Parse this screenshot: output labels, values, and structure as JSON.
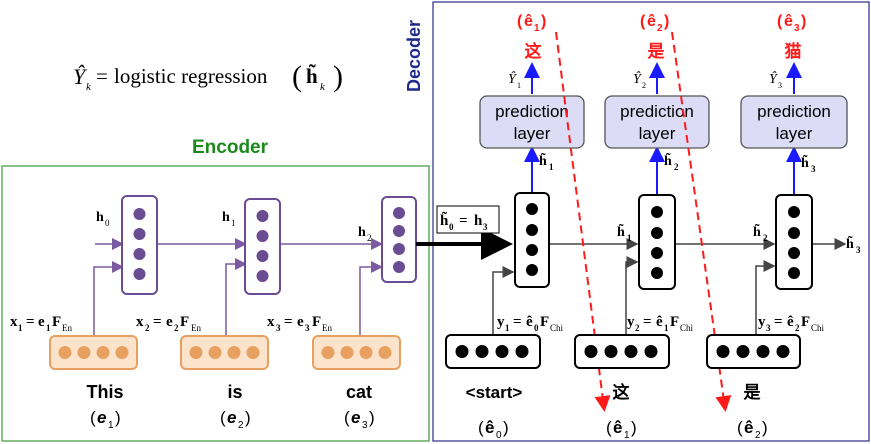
{
  "formula": {
    "lhs": "Ŷ",
    "lhs_sub": "k",
    "eq": "=",
    "text": "logistic regression",
    "arg": "h̃",
    "arg_sub": "k"
  },
  "encoder": {
    "title": "Encoder",
    "hidden": [
      {
        "label": "h",
        "sub": "0"
      },
      {
        "label": "h",
        "sub": "1"
      },
      {
        "label": "h",
        "sub": "2"
      }
    ],
    "inputs": [
      {
        "x": "x",
        "xs": "1",
        "e": "e",
        "es": "1",
        "F": "F",
        "Fs": "En"
      },
      {
        "x": "x",
        "xs": "2",
        "e": "e",
        "es": "2",
        "F": "F",
        "Fs": "En"
      },
      {
        "x": "x",
        "xs": "3",
        "e": "e",
        "es": "3",
        "F": "F",
        "Fs": "En"
      }
    ],
    "words": [
      {
        "word": "This",
        "e": "e",
        "sub": "1"
      },
      {
        "word": "is",
        "e": "e",
        "sub": "2"
      },
      {
        "word": "cat",
        "e": "e",
        "sub": "3"
      }
    ]
  },
  "decoder": {
    "title": "Decoder",
    "init": {
      "h": "h̃",
      "hs": "0",
      "eq": "=",
      "r": "h",
      "rs": "3"
    },
    "outputs": [
      {
        "e": "ê",
        "sub": "1",
        "char": "这",
        "yhat": "Ŷ",
        "ysub": "1",
        "layer1": "prediction",
        "layer2": "layer",
        "h": "h̃",
        "hs": "1"
      },
      {
        "e": "ê",
        "sub": "2",
        "char": "是",
        "yhat": "Ŷ",
        "ysub": "2",
        "layer1": "prediction",
        "layer2": "layer",
        "h": "h̃",
        "hs": "2"
      },
      {
        "e": "ê",
        "sub": "3",
        "char": "猫",
        "yhat": "Ŷ",
        "ysub": "3",
        "layer1": "prediction",
        "layer2": "layer",
        "h": "h̃",
        "hs": "3"
      }
    ],
    "hidden_labels": [
      {
        "h": "h̃",
        "sub": "1"
      },
      {
        "h": "h̃",
        "sub": "2"
      },
      {
        "h": "h̃",
        "sub": "3"
      }
    ],
    "inputs": [
      {
        "y": "y",
        "ys": "1",
        "e": "ê",
        "es": "0",
        "F": "F",
        "Fs": "Chi"
      },
      {
        "y": "y",
        "ys": "2",
        "e": "ê",
        "es": "1",
        "F": "F",
        "Fs": "Chi"
      },
      {
        "y": "y",
        "ys": "3",
        "e": "ê",
        "es": "2",
        "F": "F",
        "Fs": "Chi"
      }
    ],
    "words": [
      {
        "word": "<start>",
        "e": "ê",
        "sub": "0"
      },
      {
        "word": "这",
        "e": "ê",
        "sub": "1"
      },
      {
        "word": "是",
        "e": "ê",
        "sub": "2"
      }
    ]
  },
  "colors": {
    "encoder_title": "#1a8a1a",
    "decoder_title": "#1c2a8a",
    "red": "#ff1a1a",
    "purple": "#6a4c93",
    "orange": "#e8a060",
    "blue_arrow": "#1a1aff"
  }
}
